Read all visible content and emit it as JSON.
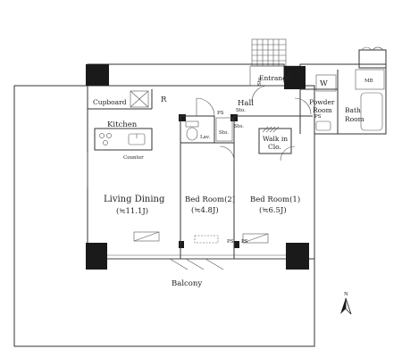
{
  "labels": {
    "cupboard": "Cupboard",
    "r": "R",
    "kitchen": "Kitchen",
    "counter": "Counter",
    "living": "Living Dining",
    "living_size": "(≒11.1J)",
    "hall": "Hall",
    "entrance": "Entrance",
    "sto_top": "Sto.",
    "w": "W",
    "mb": "MB",
    "powder_1": "Powder",
    "powder_2": "Room",
    "bath_1": "Bath",
    "bath_2": "Room",
    "ps_1": "PS",
    "sto_1": "Sto.",
    "lav": "Lav.",
    "sto_2": "Sto.",
    "walkin_1": "Walk in",
    "walkin_2": "Clo.",
    "bed2": "Bed Room(2)",
    "bed2_size": "(≒4.8J)",
    "bed1": "Bed Room(1)",
    "bed1_size": "(≒6.5J)",
    "ps_2": "PS",
    "ps_3": "PS",
    "balcony": "Balcony",
    "north": "N",
    "sto_3": "Sto.",
    "ps_4": "PS"
  },
  "icons": {
    "compass": "north-arrow-icon",
    "stove": "stove-icon",
    "sink": "sink-icon",
    "toilet": "toilet-icon",
    "bathtub": "bathtub-icon"
  }
}
